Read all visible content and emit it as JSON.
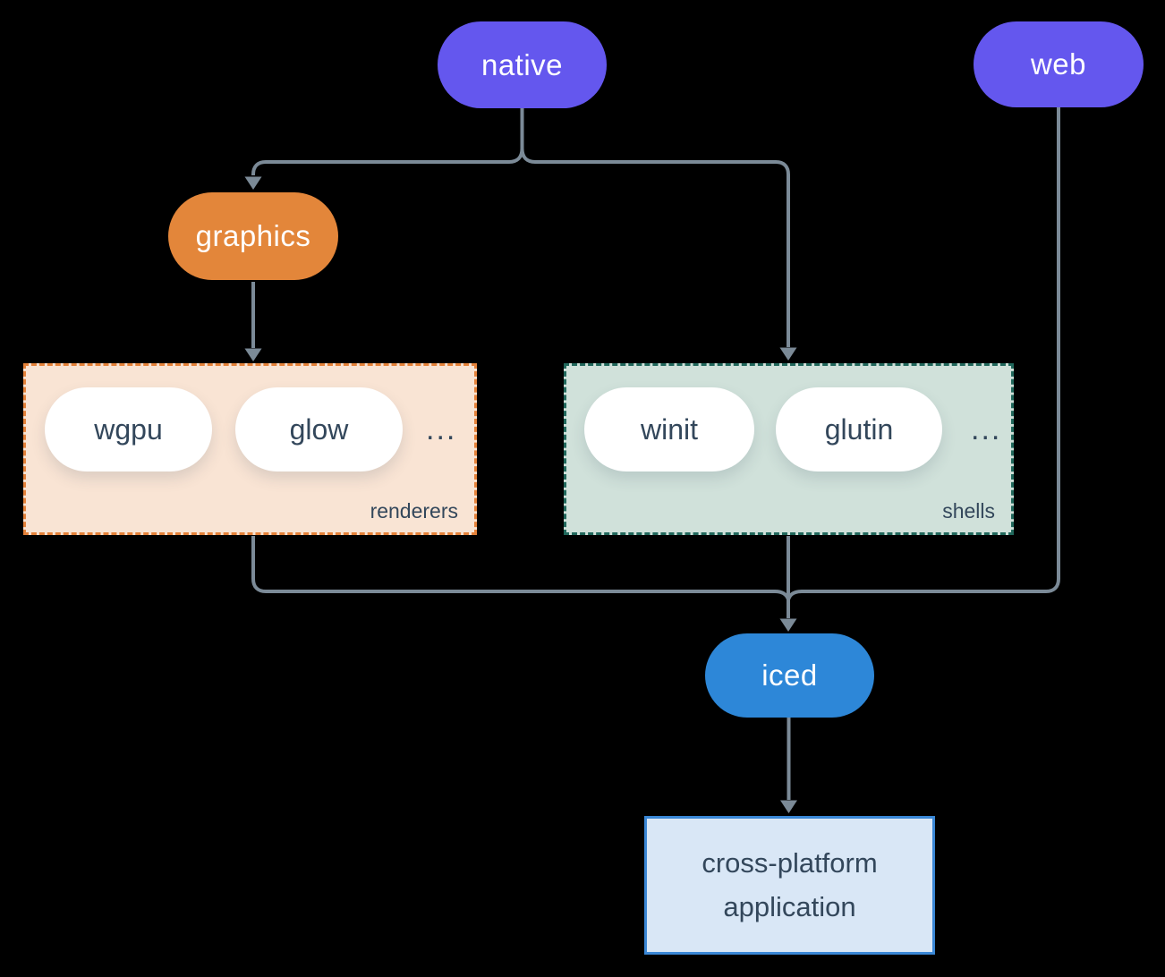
{
  "colors": {
    "background": "#000000",
    "edge": "#7b8a97",
    "native_web": "#6457ee",
    "graphics": "#e3863a",
    "iced": "#2d87d8",
    "renderers_fill": "#f9e4d4",
    "renderers_border": "#e5823a",
    "shells_fill": "#d0e1da",
    "shells_border": "#21685c",
    "white_pill_text": "#33475b",
    "application_fill": "#d9e7f6",
    "application_border": "#3a87d6"
  },
  "nodes": {
    "native": {
      "label": "native",
      "color": "#6457ee"
    },
    "web": {
      "label": "web",
      "color": "#6457ee"
    },
    "graphics": {
      "label": "graphics",
      "color": "#e3863a"
    },
    "iced": {
      "label": "iced",
      "color": "#2d87d8"
    },
    "application": {
      "label": "cross-platform application",
      "fill": "#d9e7f6",
      "border": "#3a87d6"
    }
  },
  "groups": {
    "renderers": {
      "label": "renderers",
      "ellipsis": "...",
      "fill": "#f9e4d4",
      "border": "#e5823a",
      "items": [
        {
          "label": "wgpu"
        },
        {
          "label": "glow"
        }
      ]
    },
    "shells": {
      "label": "shells",
      "ellipsis": "...",
      "fill": "#d0e1da",
      "border": "#21685c",
      "items": [
        {
          "label": "winit"
        },
        {
          "label": "glutin"
        }
      ]
    }
  },
  "edges": [
    {
      "from": "native",
      "to": "graphics"
    },
    {
      "from": "native",
      "to": "shells"
    },
    {
      "from": "graphics",
      "to": "renderers"
    },
    {
      "from": "renderers",
      "to": "iced"
    },
    {
      "from": "shells",
      "to": "iced"
    },
    {
      "from": "web",
      "to": "iced"
    },
    {
      "from": "iced",
      "to": "application"
    }
  ]
}
